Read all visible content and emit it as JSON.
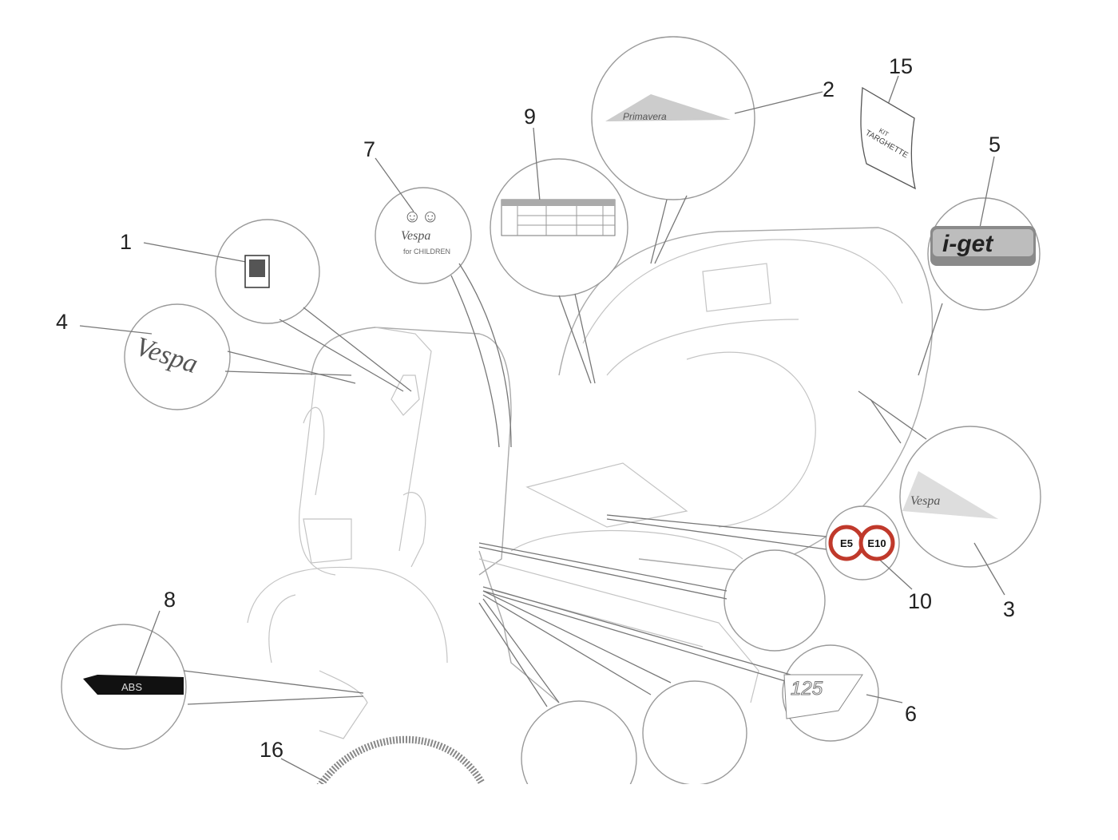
{
  "diagram": {
    "callouts": [
      {
        "id": "1",
        "label": "1"
      },
      {
        "id": "2",
        "label": "2"
      },
      {
        "id": "3",
        "label": "3"
      },
      {
        "id": "4",
        "label": "4"
      },
      {
        "id": "5",
        "label": "5"
      },
      {
        "id": "6",
        "label": "6"
      },
      {
        "id": "7",
        "label": "7"
      },
      {
        "id": "8",
        "label": "8"
      },
      {
        "id": "9",
        "label": "9"
      },
      {
        "id": "10",
        "label": "10"
      },
      {
        "id": "15",
        "label": "15"
      },
      {
        "id": "16",
        "label": "16"
      }
    ],
    "stickers": {
      "kit_line1": "KIT",
      "kit_line2": "TARGHETTE",
      "e5": "E5",
      "e10": "E10",
      "displacement": "125",
      "abs": "ABS",
      "iget_logo": "i-get",
      "vespa_logo": "Vespa",
      "children_logo": "Vespa",
      "children_text": "for CHILDREN",
      "primavera_logo": "Primavera"
    },
    "colors": {
      "line": "#9a9a9a",
      "text": "#222222",
      "badge_red": "#c0392b"
    }
  }
}
